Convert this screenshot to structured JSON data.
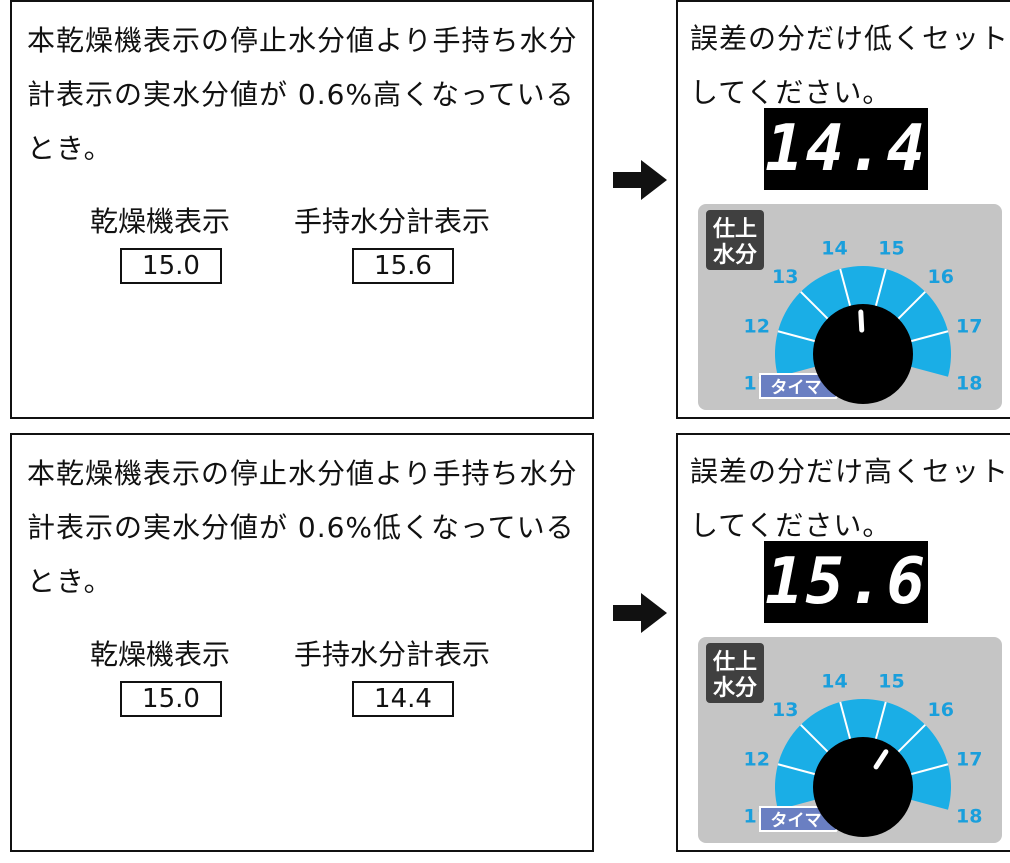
{
  "panels": [
    {
      "description": "本乾燥機表示の停止水分値より手持ち水分計表示の実水分値が 0.6%高くなっているとき。",
      "dryer_label": "乾燥機表示",
      "dryer_value": "15.0",
      "meter_label": "手持水分計表示",
      "meter_value": "15.6",
      "instruction": "誤差の分だけ低くセットしてください。",
      "display_value": "14.4",
      "knob_value": 14.4
    },
    {
      "description": "本乾燥機表示の停止水分値より手持ち水分計表示の実水分値が 0.6%低くなっているとき。",
      "dryer_label": "乾燥機表示",
      "dryer_value": "15.0",
      "meter_label": "手持水分計表示",
      "meter_value": "14.4",
      "instruction": "誤差の分だけ高くセットしてください。",
      "display_value": "15.6",
      "knob_value": 15.6
    }
  ],
  "dial": {
    "title_line1": "仕上",
    "title_line2": "水分",
    "timer_label": "タイマ",
    "scale": [
      "11",
      "12",
      "13",
      "14",
      "15",
      "16",
      "17",
      "18"
    ]
  },
  "colors": {
    "panel_bg": "#c5c5c5",
    "dial_blue": "#1aaee6",
    "number_blue": "#1a9fdc",
    "timer_blue": "#6a7fc2",
    "title_bg": "#404040",
    "display_bg": "#000000"
  },
  "icons": {
    "arrow": "right-arrow-icon"
  }
}
